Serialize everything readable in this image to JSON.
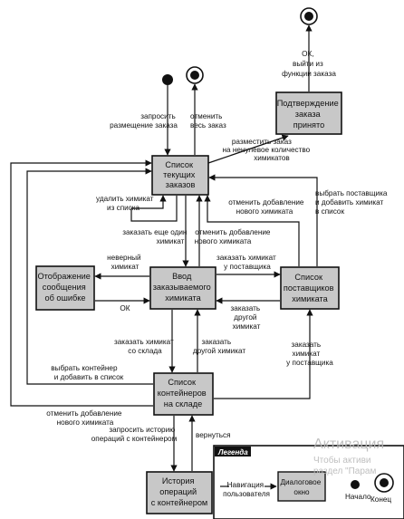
{
  "states": {
    "current_orders": [
      "Список",
      "текущих",
      "заказов"
    ],
    "order_confirm": [
      "Подтверждение",
      "заказа",
      "принято"
    ],
    "error_display": [
      "Отображение",
      "сообщения",
      "об ошибке"
    ],
    "chemical_input": [
      "Ввод",
      "заказываемого",
      "химиката"
    ],
    "vendor_list": [
      "Список",
      "поставщиков",
      "химиката"
    ],
    "container_list": [
      "Список",
      "контейнеров",
      "на складе"
    ],
    "container_history": [
      "История",
      "операций",
      "с контейнером"
    ]
  },
  "transitions": {
    "request_order": [
      "запросить",
      "размещение заказа"
    ],
    "cancel_order": [
      "отменить",
      "весь заказ"
    ],
    "ok_exit": [
      "ОК,",
      "выйти из",
      "функции заказа"
    ],
    "place_order": [
      "разместить заказ",
      "на ненулевое количество",
      "химикатов"
    ],
    "delete_chemical": [
      "удалить химикат",
      "из списка"
    ],
    "order_another": [
      "заказать еще один",
      "химикат"
    ],
    "cancel_add_1": [
      "отменить добавление",
      "нового химиката"
    ],
    "cancel_add_2": [
      "отменить добавление",
      "нового химиката"
    ],
    "choose_vendor": [
      "выбрать поставщика",
      "и добавить химикат",
      "в список"
    ],
    "invalid_chemical": [
      "неверный",
      "химикат"
    ],
    "ok_back": [
      "ОК"
    ],
    "order_from_vendor_1": [
      "заказать химикат",
      "у поставщика"
    ],
    "order_other_1": [
      "заказать",
      "другой",
      "химикат"
    ],
    "order_from_stock": [
      "заказать химикат",
      "со склада"
    ],
    "order_other_2": [
      "заказать",
      "другой химикат"
    ],
    "order_from_vendor_2": [
      "заказать",
      "химикат",
      "у поставщика"
    ],
    "choose_container": [
      "выбрать контейнер",
      "и добавить в список"
    ],
    "cancel_add_3": [
      "отменить добавление",
      "нового химиката"
    ],
    "request_history": [
      "запросить историю",
      "операций с контейнером"
    ],
    "go_back": [
      "вернуться"
    ]
  },
  "legend": {
    "title": "Легенда",
    "navigation": [
      "Навигация",
      "пользователя"
    ],
    "dialog_window": [
      "Диалоговое",
      "окно"
    ],
    "start": "Начало",
    "end": "Конец"
  },
  "watermark": {
    "line1": "Активация",
    "line2": "Чтобы активи",
    "line3": "раздел \"Парам"
  },
  "colors": {
    "state_fill": "#c8c8c8",
    "line": "#111111",
    "background": "#ffffff",
    "watermark": "#b9b9b9"
  }
}
